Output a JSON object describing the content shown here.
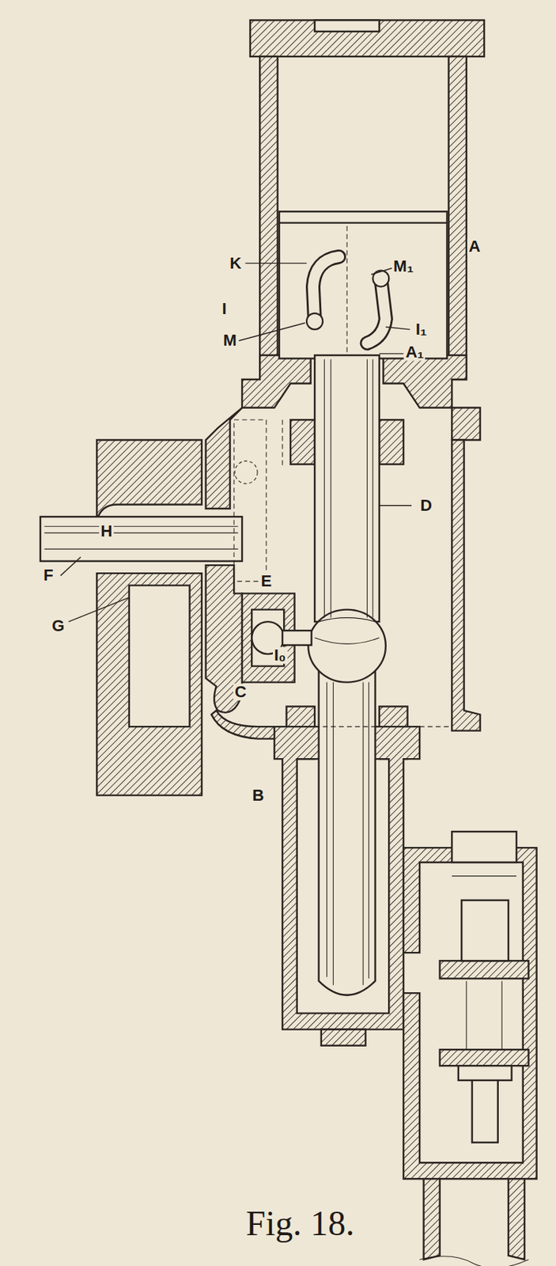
{
  "diagram": {
    "caption": "Fig. 18.",
    "labels": [
      "A",
      "K",
      "M₁",
      "I",
      "I₁",
      "M",
      "A₁",
      "D",
      "H",
      "F",
      "E",
      "G",
      "I₀",
      "C",
      "B"
    ]
  }
}
